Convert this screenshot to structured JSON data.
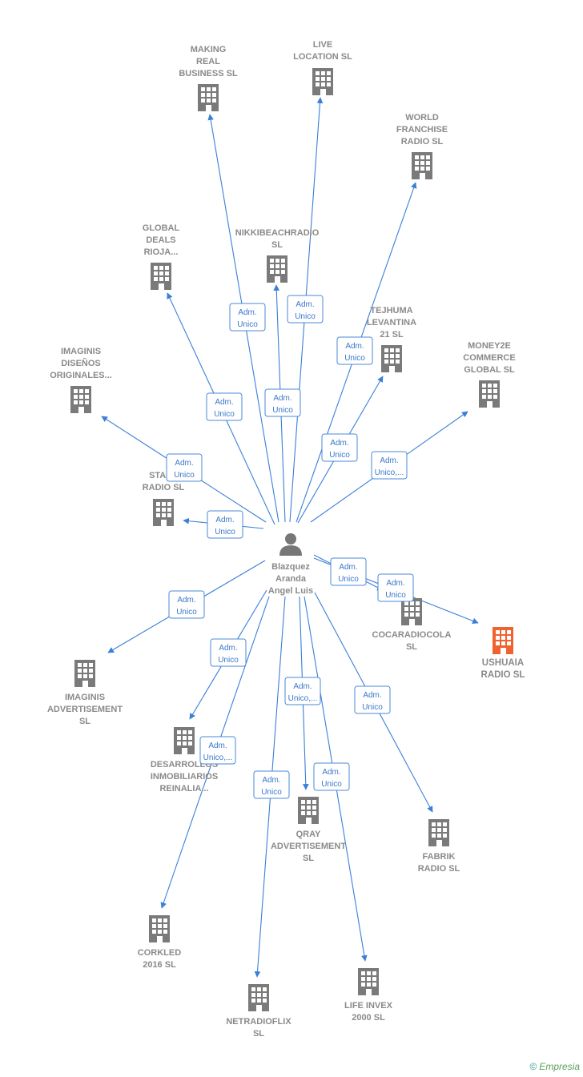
{
  "colors": {
    "edge": "#3a7fd8",
    "company": "#7a7a7a",
    "highlight": "#f0622e",
    "person": "#777777",
    "label": "#8a8a8a"
  },
  "center": {
    "name_lines": [
      "Blazquez",
      "Aranda",
      "Angel Luis"
    ],
    "icon": "person-icon"
  },
  "nodes": [
    {
      "id": "making",
      "lines": [
        "MAKING",
        "REAL",
        "BUSINESS  SL"
      ],
      "highlight": false
    },
    {
      "id": "live",
      "lines": [
        "LIVE",
        "LOCATION  SL"
      ],
      "highlight": false
    },
    {
      "id": "world",
      "lines": [
        "WORLD",
        "FRANCHISE",
        "RADIO  SL"
      ],
      "highlight": false
    },
    {
      "id": "global",
      "lines": [
        "GLOBAL",
        "DEALS",
        "RIOJA..."
      ],
      "highlight": false
    },
    {
      "id": "nikki",
      "lines": [
        "NIKKIBEACHRADIO",
        "SL"
      ],
      "highlight": false
    },
    {
      "id": "tejhuma",
      "lines": [
        "TEJHUMA",
        "LEVANTINA",
        "21  SL"
      ],
      "highlight": false
    },
    {
      "id": "money",
      "lines": [
        "MONEY2E",
        "COMMERCE",
        "GLOBAL  SL"
      ],
      "highlight": false
    },
    {
      "id": "imaginis_d",
      "lines": [
        "IMAGINIS",
        "DISEÑOS",
        "ORIGINALES..."
      ],
      "highlight": false
    },
    {
      "id": "starl",
      "lines": [
        "STARL",
        "RADIO  SL"
      ],
      "highlight": false
    },
    {
      "id": "coca",
      "lines": [
        "COCARADIOCOLA",
        "SL"
      ],
      "highlight": false
    },
    {
      "id": "ushuaia",
      "lines": [
        "USHUAIA",
        "RADIO  SL"
      ],
      "highlight": true
    },
    {
      "id": "imaginis_a",
      "lines": [
        "IMAGINIS",
        "ADVERTISEMENT",
        "SL"
      ],
      "highlight": false
    },
    {
      "id": "desarrollos",
      "lines": [
        "DESARROLLOS",
        "INMOBILIARIOS",
        "REINALIA..."
      ],
      "highlight": false
    },
    {
      "id": "qray",
      "lines": [
        "QRAY",
        "ADVERTISEMENT",
        "SL"
      ],
      "highlight": false
    },
    {
      "id": "fabrik",
      "lines": [
        "FABRIK",
        "RADIO  SL"
      ],
      "highlight": false
    },
    {
      "id": "corkled",
      "lines": [
        "CORKLED",
        "2016  SL"
      ],
      "highlight": false
    },
    {
      "id": "netradio",
      "lines": [
        "NETRADIOFLIX",
        "SL"
      ],
      "highlight": false
    },
    {
      "id": "lifeinvex",
      "lines": [
        "LIFE INVEX",
        "2000  SL"
      ],
      "highlight": false
    }
  ],
  "edges": [
    {
      "to": "making",
      "label": [
        "Adm.",
        "Unico"
      ]
    },
    {
      "to": "live",
      "label": [
        "Adm.",
        "Unico"
      ]
    },
    {
      "to": "world",
      "label": [
        "Adm.",
        "Unico"
      ]
    },
    {
      "to": "global",
      "label": [
        "Adm.",
        "Unico"
      ]
    },
    {
      "to": "nikki",
      "label": [
        "Adm.",
        "Unico"
      ]
    },
    {
      "to": "tejhuma",
      "label": [
        "Adm.",
        "Unico"
      ]
    },
    {
      "to": "money",
      "label": [
        "Adm.",
        "Unico,..."
      ]
    },
    {
      "to": "imaginis_d",
      "label": [
        "Adm.",
        "Unico"
      ]
    },
    {
      "to": "starl",
      "label": [
        "Adm.",
        "Unico"
      ]
    },
    {
      "to": "coca",
      "label": [
        "Adm.",
        "Unico"
      ]
    },
    {
      "to": "ushuaia",
      "label": [
        "Adm.",
        "Unico"
      ]
    },
    {
      "to": "imaginis_a",
      "label": [
        "Adm.",
        "Unico"
      ]
    },
    {
      "to": "desarrollos",
      "label": [
        "Adm.",
        "Unico"
      ]
    },
    {
      "to": "qray",
      "label": [
        "Adm.",
        "Unico,..."
      ]
    },
    {
      "to": "fabrik",
      "label": [
        "Adm.",
        "Unico"
      ]
    },
    {
      "to": "corkled",
      "label": [
        "Adm.",
        "Unico,..."
      ]
    },
    {
      "to": "netradio",
      "label": [
        "Adm.",
        "Unico"
      ]
    },
    {
      "to": "lifeinvex",
      "label": [
        "Adm.",
        "Unico"
      ]
    }
  ],
  "footer": {
    "copyright": "©",
    "brand": "Empresia"
  }
}
